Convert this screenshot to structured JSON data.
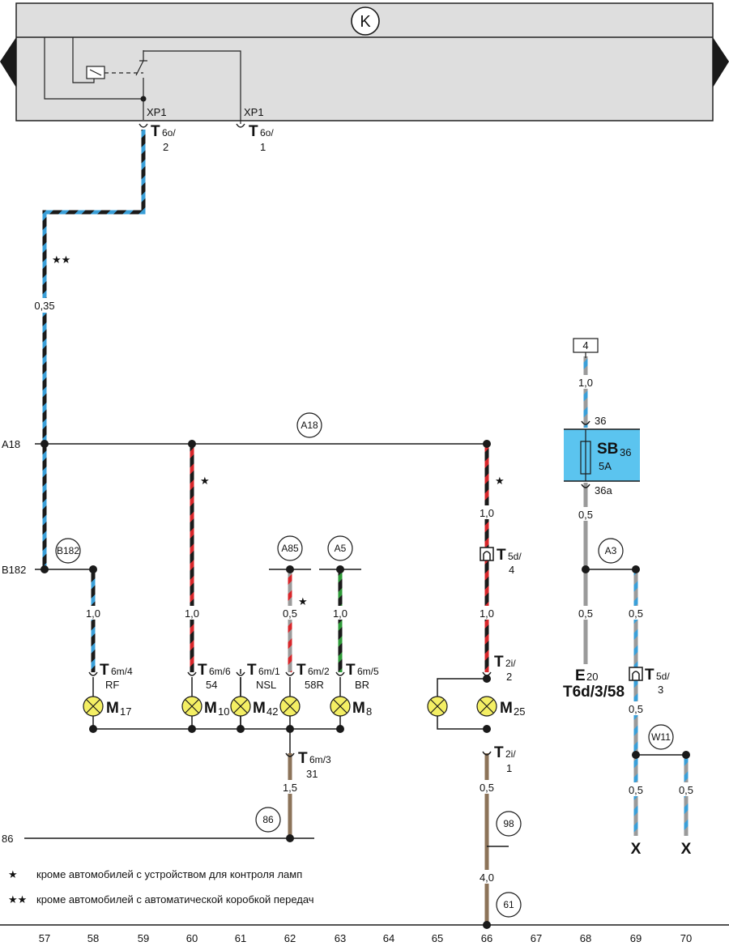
{
  "colors": {
    "black": "#1a1a1a",
    "blue": "#3a9fd8",
    "red": "#d8262a",
    "grey": "#9a9a9a",
    "green": "#2e9a38",
    "brown": "#8c7359",
    "lamp": "#f4ef64",
    "fuse_box": "#5bc4ef",
    "module": "#dedede"
  },
  "module": {
    "symbol": "K",
    "icon": "relay-switch-icon"
  },
  "relay_connectors": [
    {
      "code": "XP1",
      "plug": "T",
      "sub": "6o/",
      "pin": "2"
    },
    {
      "code": "XP1",
      "plug": "T",
      "sub": "6o/",
      "pin": "1"
    }
  ],
  "wires": {
    "feed_size": "0,35",
    "feed_note": "★★",
    "a18_note": "★",
    "a85_note": "★",
    "m17_size": "1,0",
    "m10_size": "1,0",
    "m42_size": "0,5",
    "m8_size": "1,0",
    "m25_size_a": "1,0",
    "m25_size_b": "1,0",
    "ground_m_size": "1,5",
    "m25_ground_size": "0,5",
    "main_ground_size": "4,0",
    "fuse_in_size": "1,0",
    "fuse_out_size": "0,5",
    "e20_size": "0,5",
    "a3_size": "0,5",
    "t5d_size": "0,5",
    "w11_size_a": "0,5",
    "w11_size_b": "0,5"
  },
  "buses": [
    {
      "label": "A18",
      "node": "A18"
    },
    {
      "label": "B182",
      "node": "B182"
    },
    {
      "label": "86",
      "node": "86"
    }
  ],
  "nodes": {
    "a85": "A85",
    "a5": "A5",
    "a3": "A3",
    "w11": "W11",
    "n98": "98",
    "n61": "61"
  },
  "connectors": [
    {
      "plug": "T",
      "sub": "6m/4",
      "pin": "RF"
    },
    {
      "plug": "T",
      "sub": "6m/6",
      "pin": "54"
    },
    {
      "plug": "T",
      "sub": "6m/1",
      "pin": "NSL"
    },
    {
      "plug": "T",
      "sub": "6m/2",
      "pin": "58R"
    },
    {
      "plug": "T",
      "sub": "6m/5",
      "pin": "BR"
    },
    {
      "plug": "T",
      "sub": "6m/3",
      "pin": "31"
    },
    {
      "plug": "T",
      "sub": "5d/",
      "pin": "4"
    },
    {
      "plug": "T",
      "sub": "2i/",
      "pin": "2"
    },
    {
      "plug": "T",
      "sub": "2i/",
      "pin": "1"
    },
    {
      "plug": "T",
      "sub": "5d/",
      "pin": "3"
    }
  ],
  "lamps": [
    {
      "code": "M",
      "num": "17"
    },
    {
      "code": "M",
      "num": "10"
    },
    {
      "code": "M",
      "num": "42"
    },
    {
      "code": "M",
      "num": "8"
    },
    {
      "code": "M",
      "num": "25"
    }
  ],
  "fuse": {
    "code": "SB",
    "num": "36",
    "rating": "5A",
    "pin_in": "36",
    "pin_out": "36a",
    "ref": "4"
  },
  "switch_e20": {
    "code": "E",
    "num": "20",
    "connector": "T6d/3/58"
  },
  "continuation": [
    "X",
    "X"
  ],
  "legend": [
    {
      "mark": "★",
      "text": "кроме автомобилей с устройством для контроля ламп"
    },
    {
      "mark": "★★",
      "text": "кроме автомобилей с автоматической коробкой передач"
    }
  ],
  "columns": [
    "57",
    "58",
    "59",
    "60",
    "61",
    "62",
    "63",
    "64",
    "65",
    "66",
    "67",
    "68",
    "69",
    "70"
  ]
}
